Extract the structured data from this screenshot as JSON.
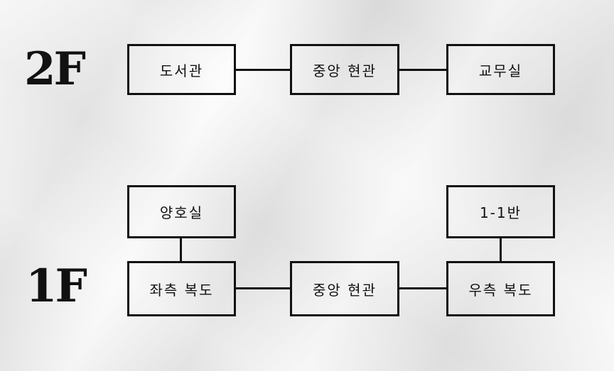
{
  "floors": {
    "f2": {
      "label": "2F",
      "rooms": {
        "library": "도서관",
        "central_entrance": "중앙 현관",
        "staff_room": "교무실"
      }
    },
    "f1": {
      "label": "1F",
      "rooms": {
        "infirmary": "양호실",
        "left_corridor": "좌측 복도",
        "central_entrance": "중앙 현관",
        "right_corridor": "우측 복도",
        "class_1_1": "1-1반"
      }
    }
  },
  "colors": {
    "line": "#111111",
    "text": "#111111"
  }
}
